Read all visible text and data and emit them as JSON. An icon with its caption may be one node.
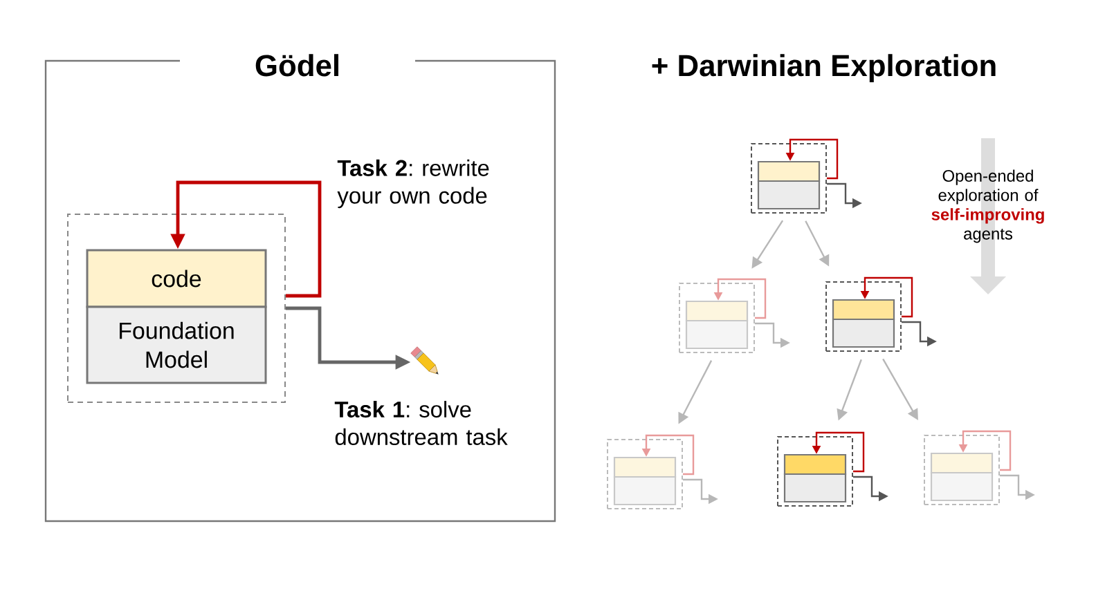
{
  "diagram": {
    "nodes": [
      {
        "text": [
          "Gödel"
        ]
      },
      {
        "text": [],
        "shape": "box",
        "in": 0
      },
      {
        "text": [
          "code"
        ],
        "in": 1
      },
      {
        "text": [
          "Foundation Model"
        ],
        "in": 1
      },
      {
        "text": [],
        "shape": "picture",
        "in": 0
      },
      {
        "text": [],
        "shape": "box"
      },
      {
        "text": [],
        "shape": "box",
        "in": 5
      },
      {
        "text": [],
        "shape": "box",
        "in": 5
      },
      {
        "text": [],
        "shape": "box"
      },
      {
        "text": [],
        "shape": "box",
        "in": 8
      },
      {
        "text": [],
        "shape": "box",
        "in": 8
      },
      {
        "text": [],
        "shape": "box"
      },
      {
        "text": [],
        "shape": "box",
        "in": 11
      },
      {
        "text": [],
        "shape": "box",
        "in": 11
      },
      {
        "text": [],
        "shape": "box"
      },
      {
        "text": [],
        "shape": "box",
        "in": 14
      },
      {
        "text": [],
        "shape": "box",
        "in": 14
      },
      {
        "text": [],
        "shape": "box"
      },
      {
        "text": [],
        "shape": "box",
        "in": 17
      },
      {
        "text": [],
        "shape": "box",
        "in": 17
      },
      {
        "text": [],
        "shape": "box"
      },
      {
        "text": [],
        "shape": "box",
        "in": 20
      },
      {
        "text": [],
        "shape": "box",
        "in": 20
      }
    ],
    "edges": [
      {
        "from": 1,
        "to": 2,
        "arrow": "to",
        "label": "**Task 2**: rewrite your own code",
        "color": "#c00000"
      },
      {
        "from": 1,
        "to": 4,
        "arrow": "to",
        "label": "**Task 1**: solve downstream task",
        "color": "#666666"
      },
      {
        "from": 5,
        "to": 6,
        "arrow": "to",
        "color": "#c00000"
      },
      {
        "from": 5,
        "to": null,
        "arrow": "to",
        "color": "#555555"
      },
      {
        "from": 5,
        "to": 8,
        "arrow": "to"
      },
      {
        "from": 5,
        "to": 11,
        "arrow": "to"
      },
      {
        "from": 8,
        "to": 9,
        "arrow": "to",
        "color": "#e89a9a"
      },
      {
        "from": 8,
        "to": null,
        "arrow": "to"
      },
      {
        "from": 11,
        "to": 12,
        "arrow": "to",
        "color": "#c00000"
      },
      {
        "from": 11,
        "to": null,
        "arrow": "to",
        "color": "#555555"
      },
      {
        "from": 8,
        "to": 14,
        "arrow": "to"
      },
      {
        "from": 11,
        "to": 17,
        "arrow": "to"
      },
      {
        "from": 11,
        "to": 20,
        "arrow": "to"
      },
      {
        "from": 14,
        "to": 15,
        "arrow": "to",
        "color": "#e89a9a"
      },
      {
        "from": 14,
        "to": null,
        "arrow": "to"
      },
      {
        "from": 17,
        "to": 18,
        "arrow": "to",
        "color": "#c00000"
      },
      {
        "from": 17,
        "to": null,
        "arrow": "to",
        "color": "#555555"
      },
      {
        "from": 20,
        "to": 21,
        "arrow": "to",
        "color": "#e89a9a"
      },
      {
        "from": 20,
        "to": null,
        "arrow": "to"
      }
    ],
    "labels": [
      "+ Darwinian Exploration",
      "Open-ended exploration of **self-improving** agents"
    ]
  }
}
